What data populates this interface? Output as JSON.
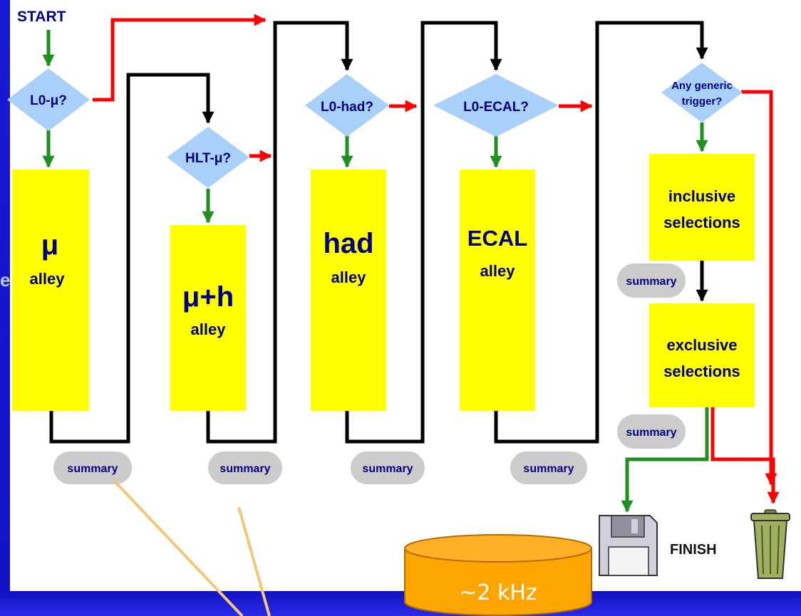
{
  "labels": {
    "start": "START",
    "finish": "FINISH",
    "rate": "~2 kHz",
    "cutoff_letter": "e"
  },
  "decisions": {
    "l0_mu": "L0-μ?",
    "hlt_mu": "HLT-μ?",
    "l0_had": "L0-had?",
    "l0_ecal": "L0-ECAL?",
    "generic_line1": "Any generic",
    "generic_line2": "trigger?"
  },
  "alleys": {
    "mu": {
      "title": "μ",
      "sub": "alley"
    },
    "muh": {
      "title": "μ+h",
      "sub": "alley"
    },
    "had": {
      "title": "had",
      "sub": "alley"
    },
    "ecal": {
      "title": "ECAL",
      "sub": "alley"
    }
  },
  "selections": {
    "inclusive_line1": "inclusive",
    "inclusive_line2": "selections",
    "exclusive_line1": "exclusive",
    "exclusive_line2": "selections"
  },
  "summary_label": "summary",
  "colors": {
    "background": "#1818d8",
    "panel": "#ffffff",
    "box": "#ffff00",
    "diamond": "#a8d0f8",
    "pill": "#cccccc",
    "arrow_green": "#1f8f1f",
    "arrow_red": "#ff0000",
    "line_black": "#000000",
    "tan_line": "#f2c878",
    "cylinder": "#ffa500",
    "text_navy": "#000080",
    "trash": "#a0b060"
  }
}
